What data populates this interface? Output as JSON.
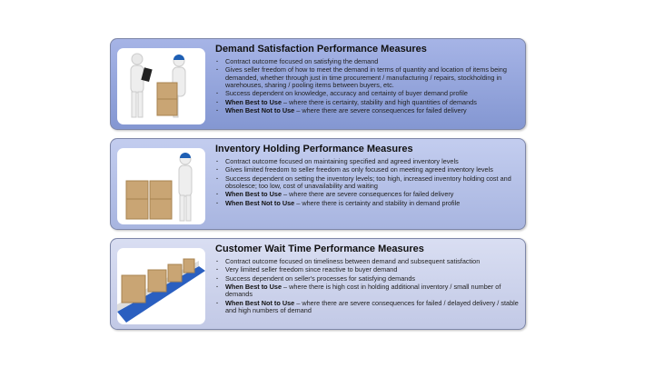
{
  "panels": [
    {
      "title": "Demand Satisfaction Performance Measures",
      "image": "two-figures-with-boxes-and-clipboard",
      "bullets": [
        "Contract outcome focused on satisfying the demand",
        "Gives seller freedom of how to meet the demand in terms of quantity and location of items being demanded, whether through just in time procurement / manufacturing / repairs, stockholding in warehouses, sharing / pooling items between buyers, etc.",
        "Success dependent on knowledge, accuracy and certainty of buyer demand profile"
      ],
      "best_label": "When Best to Use",
      "best_text": " – where there is certainty, stability and high quantities of demands",
      "not_label": "When Best Not to Use",
      "not_text": " – where there are severe consequences for failed delivery"
    },
    {
      "title": "Inventory Holding Performance Measures",
      "image": "figure-with-stacked-boxes",
      "bullets": [
        "Contract outcome focused on maintaining specified and agreed inventory levels",
        "Gives limited freedom to seller freedom as only focused on meeting agreed inventory levels",
        "Success dependent on setting the inventory levels; too high, increased inventory holding cost and obsolesce; too low, cost of unavailability and waiting"
      ],
      "best_label": "When Best to Use",
      "best_text": " – where there are severe consequences for failed delivery",
      "not_label": "When Best Not to Use",
      "not_text": " – where there is certainty and stability in demand profile"
    },
    {
      "title": "Customer Wait Time Performance Measures",
      "image": "boxes-on-conveyor",
      "bullets": [
        "Contract outcome focused on timeliness between demand and subsequent satisfaction",
        "Very limited seller freedom since reactive to buyer demand",
        "Success dependent on seller's processes for satisfying demands"
      ],
      "best_label": "When Best to Use",
      "best_text": " – where there is high cost in holding additional inventory / small number of demands",
      "not_label": "When Best Not to Use",
      "not_text": " – where there are severe consequences for failed / delayed delivery / stable and high numbers of demand"
    }
  ]
}
